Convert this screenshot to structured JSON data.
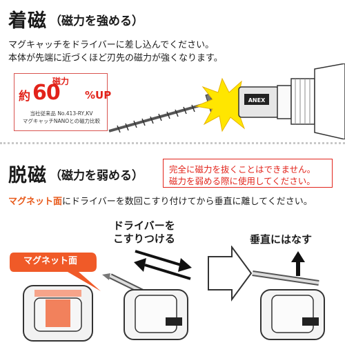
{
  "section_magnetize": {
    "title": "着磁",
    "subtitle": "（磁力を強める）",
    "line1": "マグキャッチをドライバーに差し込んでください。",
    "line2": "本体が先端に近づくほど刃先の磁力が強くなります。"
  },
  "boost": {
    "label": "磁力",
    "approx": "約",
    "value": "60",
    "unit": "%UP",
    "note1": "当社従来品 No.413-RY,KV",
    "note2": "マグキャッチNANOとの磁力比較"
  },
  "product_brand": "ANEX",
  "section_demagnetize": {
    "title": "脱磁",
    "subtitle": "（磁力を弱める）",
    "warning1": "完全に磁力を抜くことはできません。",
    "warning2": "磁力を弱める際に使用してください。",
    "instruction_highlight": "マグネット面",
    "instruction_rest": "にドライバーを数回こすり付けてから垂直に離してください。"
  },
  "steps": {
    "rub_line1": "ドライバーを",
    "rub_line2": "こすりつける",
    "lift": "垂直にはなす",
    "magnet_face": "マグネット面"
  },
  "colors": {
    "accent_red": "#e2231a",
    "accent_orange": "#f05a28",
    "spark_yellow": "#ffe600"
  }
}
